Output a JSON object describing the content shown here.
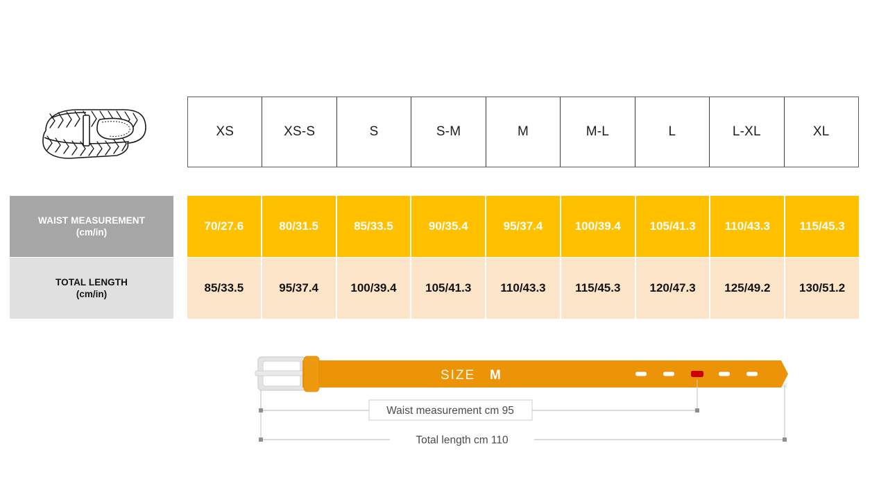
{
  "product": {
    "icon_name": "braided-belt-illustration",
    "alt": "Braided belt"
  },
  "size_table": {
    "columns": [
      "XS",
      "XS-S",
      "S",
      "S-M",
      "M",
      "M-L",
      "L",
      "L-XL",
      "XL"
    ],
    "rows": [
      {
        "label_line1": "WAIST MEASUREMENT",
        "label_line2": "(cm/in)",
        "values": [
          "70/27.6",
          "80/31.5",
          "85/33.5",
          "90/35.4",
          "95/37.4",
          "100/39.4",
          "105/41.3",
          "110/43.3",
          "115/45.3"
        ]
      },
      {
        "label_line1": "TOTAL LENGTH",
        "label_line2": "(cm/in)",
        "values": [
          "85/33.5",
          "95/37.4",
          "100/39.4",
          "105/41.3",
          "110/43.3",
          "115/45.3",
          "120/47.3",
          "125/49.2",
          "130/51.2"
        ]
      }
    ]
  },
  "belt_diagram": {
    "size_prefix": "SIZE",
    "size_value": "M",
    "waist_label": "Waist measurement cm 95",
    "total_label": "Total length cm 110",
    "holes_total": 5,
    "highlighted_hole_index": 3
  },
  "colors": {
    "waist_row_bg": "#ffc000",
    "total_row_bg": "#fce4c8",
    "waist_label_bg": "#a6a6a6",
    "total_label_bg": "#e0e0e0",
    "belt_body": "#eb9407",
    "belt_highlight_hole": "#cc0000",
    "buckle": "#dcdcdc",
    "page_bg": "#ffffff"
  }
}
